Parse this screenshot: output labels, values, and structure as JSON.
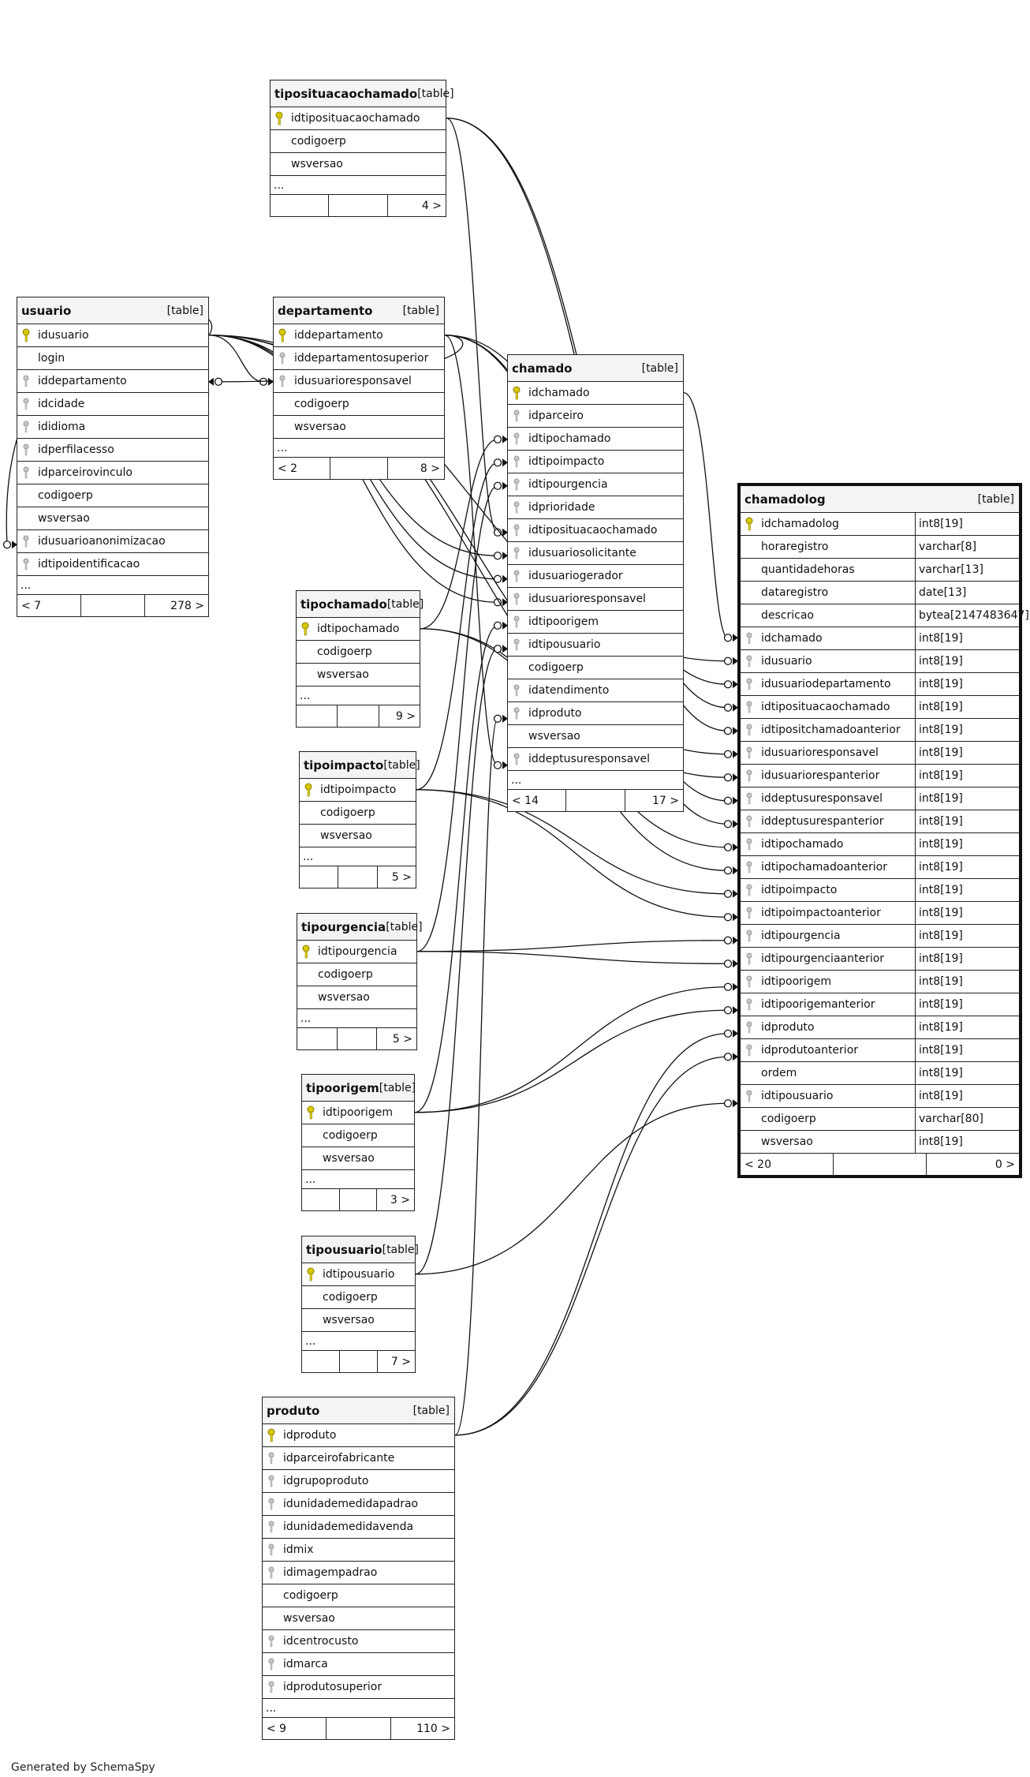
{
  "footer_text": "Generated by SchemaSpy",
  "type_label": "[table]",
  "tables": [
    {
      "id": "tiposituacaochamado",
      "name": "tiposituacaochamado",
      "columns": [
        {
          "name": "idtiposituacaochamado",
          "icon": "primary-key-icon"
        },
        {
          "name": "codigoerp",
          "icon": ""
        },
        {
          "name": "wsversao",
          "icon": ""
        }
      ],
      "more": "...",
      "foot": {
        "left": "",
        "right": "4 >"
      }
    },
    {
      "id": "usuario",
      "name": "usuario",
      "columns": [
        {
          "name": "idusuario",
          "icon": "primary-key-icon"
        },
        {
          "name": "login",
          "icon": ""
        },
        {
          "name": "iddepartamento",
          "icon": "foreign-key-icon"
        },
        {
          "name": "idcidade",
          "icon": "foreign-key-icon"
        },
        {
          "name": "ididioma",
          "icon": "foreign-key-icon"
        },
        {
          "name": "idperfilacesso",
          "icon": "foreign-key-icon"
        },
        {
          "name": "idparceirovinculo",
          "icon": "foreign-key-icon"
        },
        {
          "name": "codigoerp",
          "icon": ""
        },
        {
          "name": "wsversao",
          "icon": ""
        },
        {
          "name": "idusuarioanonimizacao",
          "icon": "foreign-key-icon"
        },
        {
          "name": "idtipoidentificacao",
          "icon": "foreign-key-icon"
        }
      ],
      "more": "...",
      "foot": {
        "left": "< 7",
        "right": "278 >"
      }
    },
    {
      "id": "departamento",
      "name": "departamento",
      "columns": [
        {
          "name": "iddepartamento",
          "icon": "primary-key-icon"
        },
        {
          "name": "iddepartamentosuperior",
          "icon": "foreign-key-icon"
        },
        {
          "name": "idusuarioresponsavel",
          "icon": "foreign-key-icon"
        },
        {
          "name": "codigoerp",
          "icon": ""
        },
        {
          "name": "wsversao",
          "icon": ""
        }
      ],
      "more": "...",
      "foot": {
        "left": "< 2",
        "right": "8 >"
      }
    },
    {
      "id": "chamado",
      "name": "chamado",
      "columns": [
        {
          "name": "idchamado",
          "icon": "primary-key-icon"
        },
        {
          "name": "idparceiro",
          "icon": "foreign-key-icon"
        },
        {
          "name": "idtipochamado",
          "icon": "foreign-key-icon"
        },
        {
          "name": "idtipoimpacto",
          "icon": "foreign-key-icon"
        },
        {
          "name": "idtipourgencia",
          "icon": "foreign-key-icon"
        },
        {
          "name": "idprioridade",
          "icon": "foreign-key-icon"
        },
        {
          "name": "idtiposituacaochamado",
          "icon": "foreign-key-icon"
        },
        {
          "name": "idusuariosolicitante",
          "icon": "foreign-key-icon"
        },
        {
          "name": "idusuariogerador",
          "icon": "foreign-key-icon"
        },
        {
          "name": "idusuarioresponsavel",
          "icon": "foreign-key-icon"
        },
        {
          "name": "idtipoorigem",
          "icon": "foreign-key-icon"
        },
        {
          "name": "idtipousuario",
          "icon": "foreign-key-icon"
        },
        {
          "name": "codigoerp",
          "icon": ""
        },
        {
          "name": "idatendimento",
          "icon": "foreign-key-icon"
        },
        {
          "name": "idproduto",
          "icon": "foreign-key-icon"
        },
        {
          "name": "wsversao",
          "icon": ""
        },
        {
          "name": "iddeptusuresponsavel",
          "icon": "foreign-key-icon"
        }
      ],
      "more": "...",
      "foot": {
        "left": "< 14",
        "right": "17 >"
      }
    },
    {
      "id": "chamadolog",
      "name": "chamadolog",
      "columns": [
        {
          "name": "idchamadolog",
          "type": "int8[19]",
          "icon": "primary-key-icon"
        },
        {
          "name": "horaregistro",
          "type": "varchar[8]",
          "icon": ""
        },
        {
          "name": "quantidadehoras",
          "type": "varchar[13]",
          "icon": ""
        },
        {
          "name": "dataregistro",
          "type": "date[13]",
          "icon": ""
        },
        {
          "name": "descricao",
          "type": "bytea[2147483647]",
          "icon": ""
        },
        {
          "name": "idchamado",
          "type": "int8[19]",
          "icon": "foreign-key-icon"
        },
        {
          "name": "idusuario",
          "type": "int8[19]",
          "icon": "foreign-key-icon"
        },
        {
          "name": "idusuariodepartamento",
          "type": "int8[19]",
          "icon": "foreign-key-icon"
        },
        {
          "name": "idtiposituacaochamado",
          "type": "int8[19]",
          "icon": "foreign-key-icon"
        },
        {
          "name": "idtipositchamadoanterior",
          "type": "int8[19]",
          "icon": "foreign-key-icon"
        },
        {
          "name": "idusuarioresponsavel",
          "type": "int8[19]",
          "icon": "foreign-key-icon"
        },
        {
          "name": "idusuariorespanterior",
          "type": "int8[19]",
          "icon": "foreign-key-icon"
        },
        {
          "name": "iddeptusuresponsavel",
          "type": "int8[19]",
          "icon": "foreign-key-icon"
        },
        {
          "name": "iddeptusurespanterior",
          "type": "int8[19]",
          "icon": "foreign-key-icon"
        },
        {
          "name": "idtipochamado",
          "type": "int8[19]",
          "icon": "foreign-key-icon"
        },
        {
          "name": "idtipochamadoanterior",
          "type": "int8[19]",
          "icon": "foreign-key-icon"
        },
        {
          "name": "idtipoimpacto",
          "type": "int8[19]",
          "icon": "foreign-key-icon"
        },
        {
          "name": "idtipoimpactoanterior",
          "type": "int8[19]",
          "icon": "foreign-key-icon"
        },
        {
          "name": "idtipourgencia",
          "type": "int8[19]",
          "icon": "foreign-key-icon"
        },
        {
          "name": "idtipourgenciaanterior",
          "type": "int8[19]",
          "icon": "foreign-key-icon"
        },
        {
          "name": "idtipoorigem",
          "type": "int8[19]",
          "icon": "foreign-key-icon"
        },
        {
          "name": "idtipoorigemanterior",
          "type": "int8[19]",
          "icon": "foreign-key-icon"
        },
        {
          "name": "idproduto",
          "type": "int8[19]",
          "icon": "foreign-key-icon"
        },
        {
          "name": "idprodutoanterior",
          "type": "int8[19]",
          "icon": "foreign-key-icon"
        },
        {
          "name": "ordem",
          "type": "int8[19]",
          "icon": ""
        },
        {
          "name": "idtipousuario",
          "type": "int8[19]",
          "icon": "foreign-key-icon"
        },
        {
          "name": "codigoerp",
          "type": "varchar[80]",
          "icon": ""
        },
        {
          "name": "wsversao",
          "type": "int8[19]",
          "icon": ""
        }
      ],
      "more": "",
      "foot": {
        "left": "< 20",
        "right": "0 >"
      }
    },
    {
      "id": "tipochamado",
      "name": "tipochamado",
      "columns": [
        {
          "name": "idtipochamado",
          "icon": "primary-key-icon"
        },
        {
          "name": "codigoerp",
          "icon": ""
        },
        {
          "name": "wsversao",
          "icon": ""
        }
      ],
      "more": "...",
      "foot": {
        "left": "",
        "right": "9 >"
      }
    },
    {
      "id": "tipoimpacto",
      "name": "tipoimpacto",
      "columns": [
        {
          "name": "idtipoimpacto",
          "icon": "primary-key-icon"
        },
        {
          "name": "codigoerp",
          "icon": ""
        },
        {
          "name": "wsversao",
          "icon": ""
        }
      ],
      "more": "...",
      "foot": {
        "left": "",
        "right": "5 >"
      }
    },
    {
      "id": "tipourgencia",
      "name": "tipourgencia",
      "columns": [
        {
          "name": "idtipourgencia",
          "icon": "primary-key-icon"
        },
        {
          "name": "codigoerp",
          "icon": ""
        },
        {
          "name": "wsversao",
          "icon": ""
        }
      ],
      "more": "...",
      "foot": {
        "left": "",
        "right": "5 >"
      }
    },
    {
      "id": "tipoorigem",
      "name": "tipoorigem",
      "columns": [
        {
          "name": "idtipoorigem",
          "icon": "primary-key-icon"
        },
        {
          "name": "codigoerp",
          "icon": ""
        },
        {
          "name": "wsversao",
          "icon": ""
        }
      ],
      "more": "...",
      "foot": {
        "left": "",
        "right": "3 >"
      }
    },
    {
      "id": "tipousuario",
      "name": "tipousuario",
      "columns": [
        {
          "name": "idtipousuario",
          "icon": "primary-key-icon"
        },
        {
          "name": "codigoerp",
          "icon": ""
        },
        {
          "name": "wsversao",
          "icon": ""
        }
      ],
      "more": "...",
      "foot": {
        "left": "",
        "right": "7 >"
      }
    },
    {
      "id": "produto",
      "name": "produto",
      "columns": [
        {
          "name": "idproduto",
          "icon": "primary-key-icon"
        },
        {
          "name": "idparceirofabricante",
          "icon": "foreign-key-icon"
        },
        {
          "name": "idgrupoproduto",
          "icon": "foreign-key-icon"
        },
        {
          "name": "idunidademedidapadrao",
          "icon": "foreign-key-icon"
        },
        {
          "name": "idunidademedidavenda",
          "icon": "foreign-key-icon"
        },
        {
          "name": "idmix",
          "icon": "foreign-key-icon"
        },
        {
          "name": "idimagempadrao",
          "icon": "foreign-key-icon"
        },
        {
          "name": "codigoerp",
          "icon": ""
        },
        {
          "name": "wsversao",
          "icon": ""
        },
        {
          "name": "idcentrocusto",
          "icon": "foreign-key-icon"
        },
        {
          "name": "idmarca",
          "icon": "foreign-key-icon"
        },
        {
          "name": "idprodutosuperior",
          "icon": "foreign-key-icon"
        }
      ],
      "more": "...",
      "foot": {
        "left": "< 9",
        "right": "110 >"
      }
    }
  ],
  "relationships": [
    {
      "from": "tiposituacaochamado.idtiposituacaochamado",
      "to": "chamado.idtiposituacaochamado"
    },
    {
      "from": "tiposituacaochamado.idtiposituacaochamado",
      "to": "chamadolog.idtiposituacaochamado"
    },
    {
      "from": "tiposituacaochamado.idtiposituacaochamado",
      "to": "chamadolog.idtipositchamadoanterior"
    },
    {
      "from": "usuario.idusuario",
      "to": "departamento.idusuarioresponsavel"
    },
    {
      "from": "usuario.idusuario",
      "to": "usuario.idusuarioanonimizacao"
    },
    {
      "from": "usuario.idusuario",
      "to": "chamado.idusuariosolicitante"
    },
    {
      "from": "usuario.idusuario",
      "to": "chamado.idusuariogerador"
    },
    {
      "from": "usuario.idusuario",
      "to": "chamado.idusuarioresponsavel"
    },
    {
      "from": "usuario.idusuario",
      "to": "chamadolog.idusuario"
    },
    {
      "from": "usuario.idusuario",
      "to": "chamadolog.idusuarioresponsavel"
    },
    {
      "from": "usuario.idusuario",
      "to": "chamadolog.idusuariorespanterior"
    },
    {
      "from": "departamento.iddepartamento",
      "to": "usuario.iddepartamento"
    },
    {
      "from": "departamento.iddepartamento",
      "to": "chamado.iddeptusuresponsavel"
    },
    {
      "from": "departamento.iddepartamento",
      "to": "chamadolog.idusuariodepartamento"
    },
    {
      "from": "departamento.iddepartamento",
      "to": "chamadolog.iddeptusuresponsavel"
    },
    {
      "from": "departamento.iddepartamento",
      "to": "chamadolog.iddeptusurespanterior"
    },
    {
      "from": "chamado.idchamado",
      "to": "chamadolog.idchamado"
    },
    {
      "from": "tipochamado.idtipochamado",
      "to": "chamado.idtipochamado"
    },
    {
      "from": "tipochamado.idtipochamado",
      "to": "chamadolog.idtipochamado"
    },
    {
      "from": "tipochamado.idtipochamado",
      "to": "chamadolog.idtipochamadoanterior"
    },
    {
      "from": "tipoimpacto.idtipoimpacto",
      "to": "chamado.idtipoimpacto"
    },
    {
      "from": "tipoimpacto.idtipoimpacto",
      "to": "chamadolog.idtipoimpacto"
    },
    {
      "from": "tipoimpacto.idtipoimpacto",
      "to": "chamadolog.idtipoimpactoanterior"
    },
    {
      "from": "tipourgencia.idtipourgencia",
      "to": "chamado.idtipourgencia"
    },
    {
      "from": "tipourgencia.idtipourgencia",
      "to": "chamadolog.idtipourgencia"
    },
    {
      "from": "tipourgencia.idtipourgencia",
      "to": "chamadolog.idtipourgenciaanterior"
    },
    {
      "from": "tipoorigem.idtipoorigem",
      "to": "chamado.idtipoorigem"
    },
    {
      "from": "tipoorigem.idtipoorigem",
      "to": "chamadolog.idtipoorigem"
    },
    {
      "from": "tipoorigem.idtipoorigem",
      "to": "chamadolog.idtipoorigemanterior"
    },
    {
      "from": "tipousuario.idtipousuario",
      "to": "chamado.idtipousuario"
    },
    {
      "from": "tipousuario.idtipousuario",
      "to": "chamadolog.idtipousuario"
    },
    {
      "from": "produto.idproduto",
      "to": "chamado.idproduto"
    },
    {
      "from": "produto.idproduto",
      "to": "chamadolog.idproduto"
    },
    {
      "from": "produto.idproduto",
      "to": "chamadolog.idprodutoanterior"
    }
  ]
}
